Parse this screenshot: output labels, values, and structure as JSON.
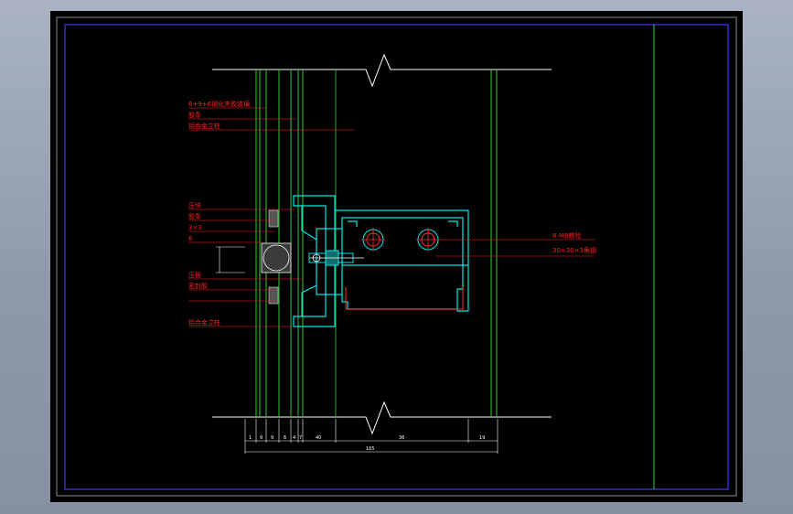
{
  "labels_left": [
    "6+9+6钢化夹胶玻璃",
    "胶条",
    "铝合金立柱",
    "压块",
    "胶条",
    "3×3",
    "6",
    "压板",
    "密封胶",
    "铝合金立柱"
  ],
  "labels_right": [
    "8-M8螺栓",
    "30×30×3角钢"
  ],
  "dimensions": {
    "segments": [
      "1",
      "9",
      "9",
      "6",
      "4",
      "7",
      "40",
      "36",
      "19"
    ],
    "total": "165"
  },
  "colors": {
    "frame_background": "#000000",
    "border": "#3a3aff",
    "label_text": "#ff2020",
    "profile": "#00e5e5",
    "glass_lines": "#33cc33",
    "guide_green": "#2bd62b",
    "bolt": "#ff3030"
  }
}
